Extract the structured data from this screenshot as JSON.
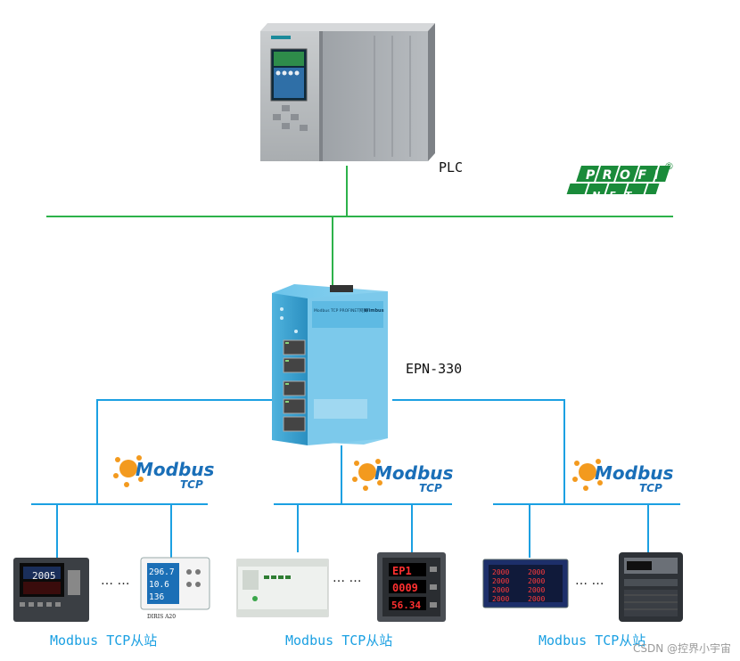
{
  "labels": {
    "plc": "PLC",
    "gateway": "EPN-330",
    "slave_1": "Modbus TCP从站",
    "slave_2": "Modbus TCP从站",
    "slave_3": "Modbus TCP从站",
    "dots": "… …"
  },
  "logos": {
    "profinet_top": "PROFI",
    "profinet_bottom": "NET",
    "profinet_mark": "®",
    "modbus_word": "Modbus",
    "modbus_sub": "TCP"
  },
  "device_text": {
    "gateway_side": "Modbus TCP PROFINET网关",
    "gateway_brand": "Wimbus",
    "meter1_val": "2005",
    "meter2_val1": "296.7",
    "meter2_val2": "10.6",
    "meter2_val3": "136",
    "meter2_brand": "DIRIS A20",
    "meter3_val1": "EP1",
    "meter3_val2": "0009",
    "meter3_val3": "56.34",
    "meter4_val": "2000"
  },
  "watermark": "CSDN @控界小宇宙",
  "colors": {
    "profinet_line": "#2db24a",
    "modbus_line": "#1ba0e2",
    "label_blue": "#1ba0e2",
    "profinet_logo": "#1a8b3a",
    "modbus_orange": "#f39a1e",
    "modbus_blue": "#1a6fb8"
  }
}
